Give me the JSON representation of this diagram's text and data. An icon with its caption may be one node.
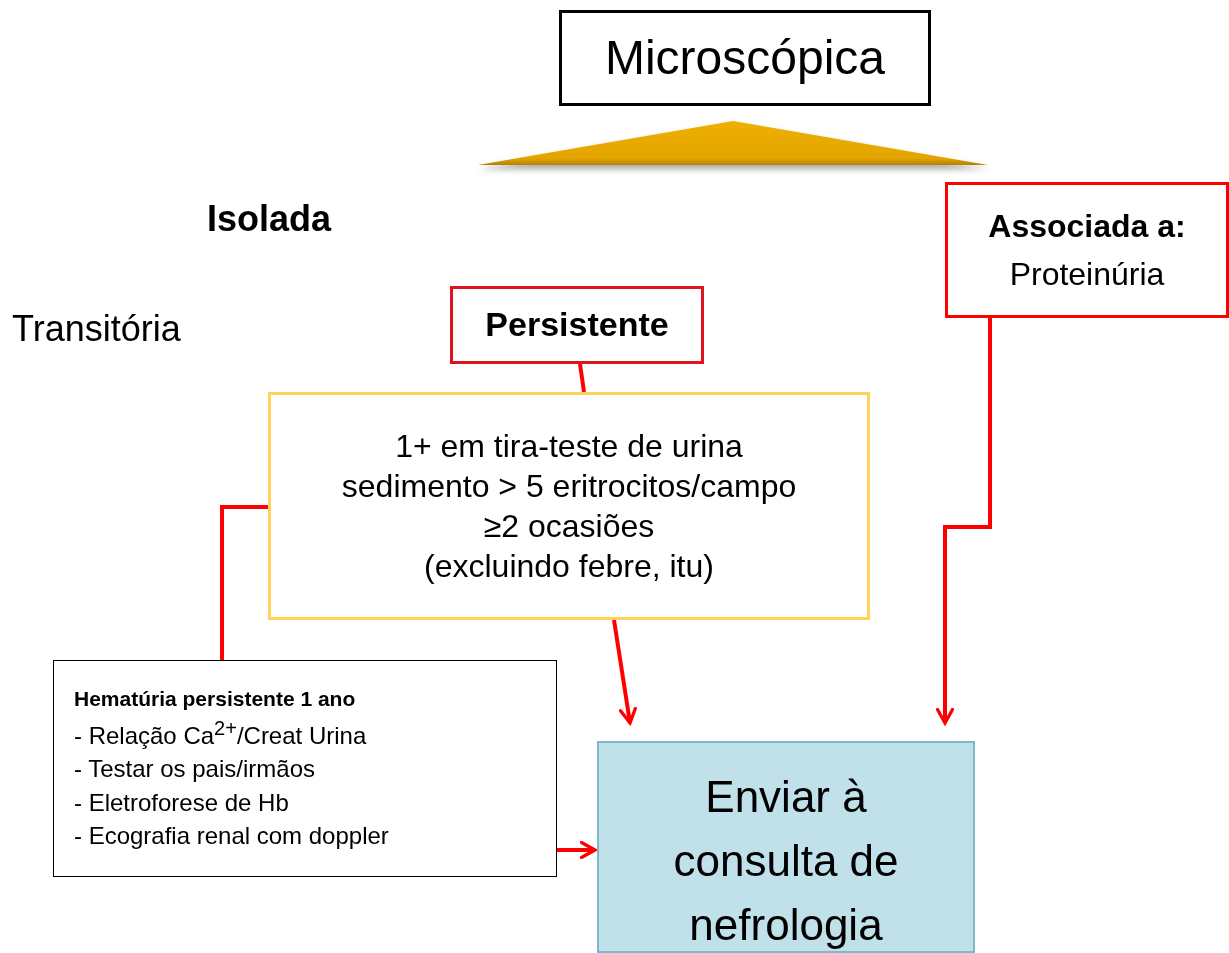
{
  "diagram": {
    "nodes": [
      {
        "text": [
          "Microscópica"
        ]
      },
      {
        "text": [],
        "shape": "triangle"
      },
      {
        "text": [
          "Associada a:",
          "Proteinúria"
        ]
      },
      {
        "text": [
          "Persistente"
        ]
      },
      {
        "text": [
          "1+ em tira-teste de urina",
          "sedimento > 5 eritrocitos/campo",
          "≥2 ocasiões",
          "(excluindo febre, itu)"
        ]
      },
      {
        "text": [
          "Hematúria persistente 1 ano",
          "- Relação Ca$^{2+}$/Creat Urina",
          "- Testar os pais/irmãos",
          "- Eletroforese de Hb",
          "- Ecografia renal com doppler"
        ]
      },
      {
        "text": [
          "Enviar à consulta de nefrologia"
        ]
      }
    ],
    "edges": [
      {
        "from": 3,
        "to": 4,
        "arrow": "none"
      },
      {
        "from": 4,
        "to": 6,
        "arrow": "to"
      },
      {
        "from": 4,
        "to": 5,
        "arrow": "none"
      },
      {
        "from": 5,
        "to": 6,
        "arrow": "to"
      },
      {
        "from": 2,
        "to": 6,
        "arrow": "to"
      }
    ],
    "labels": [
      "Isolada",
      "Transitória"
    ]
  }
}
